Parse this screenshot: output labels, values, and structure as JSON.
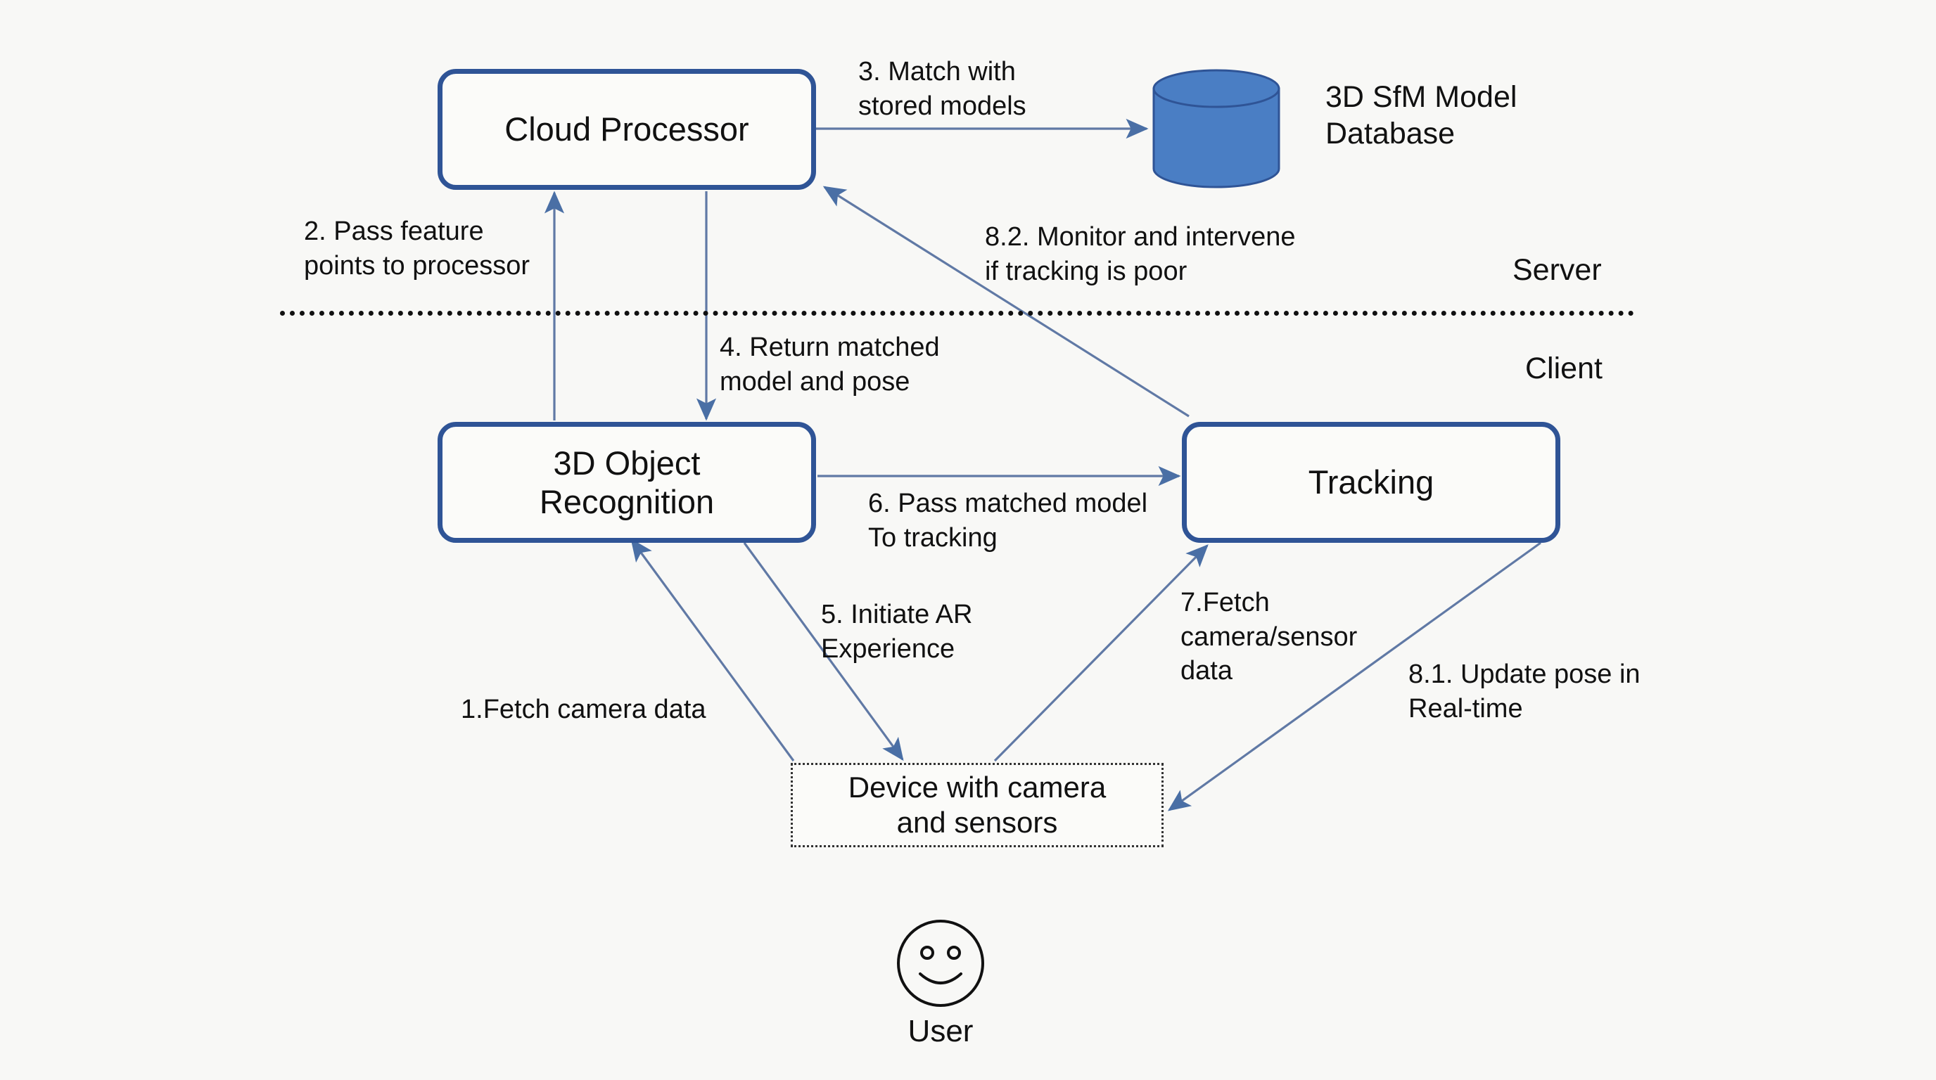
{
  "diagram": {
    "background_color": "#f8f8f6",
    "node_border_color": "#2f5496",
    "database_fill_color": "#4a7ec4",
    "edge_color": "#5b78a8",
    "divider_color": "#111111",
    "nodes": {
      "cloud_processor": "Cloud Processor",
      "object_recognition": "3D Object\nRecognition",
      "tracking": "Tracking",
      "device": "Device with camera\nand sensors",
      "database_caption": "3D SfM Model\nDatabase",
      "user": "User"
    },
    "zones": {
      "server": "Server",
      "client": "Client"
    },
    "edges": {
      "step_1": "1.Fetch camera data",
      "step_2": "2. Pass feature\npoints to processor",
      "step_3": "3. Match with\nstored models",
      "step_4": "4. Return matched\nmodel and pose",
      "step_5": "5. Initiate AR\nExperience",
      "step_6": "6. Pass matched model\nTo tracking",
      "step_7": "7.Fetch\ncamera/sensor\n data",
      "step_8_1": "8.1. Update pose in\nReal-time",
      "step_8_2": "8.2. Monitor and intervene\nif tracking is poor"
    }
  }
}
